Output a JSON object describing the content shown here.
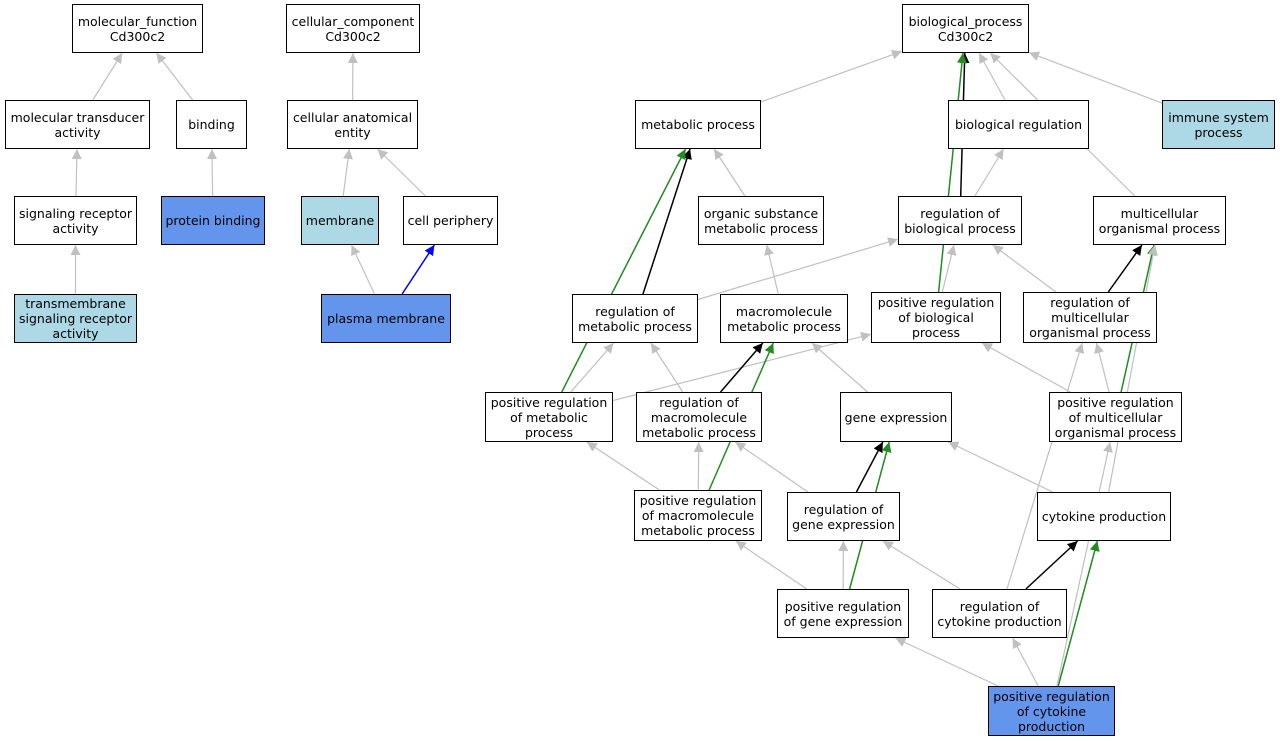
{
  "colors": {
    "white": "#ffffff",
    "light_blue": "#add8e6",
    "cornflower_blue": "#6495ed",
    "edge_gray": "#c0c0c0",
    "edge_black": "#000000",
    "edge_green": "#228b22",
    "edge_blue": "#0000ff"
  },
  "nodes": {
    "mf_root": {
      "label": "molecular_function\nCd300c2",
      "fill": "white"
    },
    "mol_transducer": {
      "label": "molecular transducer\nactivity",
      "fill": "white"
    },
    "binding": {
      "label": "binding",
      "fill": "white"
    },
    "signaling_receptor": {
      "label": "signaling receptor\nactivity",
      "fill": "white"
    },
    "protein_binding": {
      "label": "protein binding",
      "fill": "cornflower_blue"
    },
    "transmembrane_receptor": {
      "label": "transmembrane\nsignaling receptor\nactivity",
      "fill": "light_blue"
    },
    "cc_root": {
      "label": "cellular_component\nCd300c2",
      "fill": "white"
    },
    "anatomical_entity": {
      "label": "cellular anatomical\nentity",
      "fill": "white"
    },
    "membrane": {
      "label": "membrane",
      "fill": "light_blue"
    },
    "cell_periphery": {
      "label": "cell periphery",
      "fill": "white"
    },
    "plasma_membrane": {
      "label": "plasma membrane",
      "fill": "cornflower_blue"
    },
    "bp_root": {
      "label": "biological_process\nCd300c2",
      "fill": "white"
    },
    "metabolic_process": {
      "label": "metabolic process",
      "fill": "white"
    },
    "biological_regulation": {
      "label": "biological regulation",
      "fill": "white"
    },
    "immune_system_process": {
      "label": "immune system\nprocess",
      "fill": "light_blue"
    },
    "organic_substance_mp": {
      "label": "organic substance\nmetabolic process",
      "fill": "white"
    },
    "reg_biological_process": {
      "label": "regulation of\nbiological process",
      "fill": "white"
    },
    "multicellular_process": {
      "label": "multicellular\norganismal process",
      "fill": "white"
    },
    "reg_metabolic_process": {
      "label": "regulation of\nmetabolic process",
      "fill": "white"
    },
    "macromolecule_mp": {
      "label": "macromolecule\nmetabolic process",
      "fill": "white"
    },
    "pos_reg_biological": {
      "label": "positive regulation\nof biological\nprocess",
      "fill": "white"
    },
    "reg_multicellular": {
      "label": "regulation of\nmulticellular\norganismal process",
      "fill": "white"
    },
    "pos_reg_metabolic": {
      "label": "positive regulation\nof metabolic\nprocess",
      "fill": "white"
    },
    "reg_macromolecule_mp": {
      "label": "regulation of\nmacromolecule\nmetabolic process",
      "fill": "white"
    },
    "gene_expression": {
      "label": "gene expression",
      "fill": "white"
    },
    "pos_reg_multicellular": {
      "label": "positive regulation\nof multicellular\norganismal process",
      "fill": "white"
    },
    "pos_reg_macromolecule_mp": {
      "label": "positive regulation\nof macromolecule\nmetabolic process",
      "fill": "white"
    },
    "reg_gene_expression": {
      "label": "regulation of\ngene expression",
      "fill": "white"
    },
    "cytokine_production": {
      "label": "cytokine production",
      "fill": "white"
    },
    "pos_reg_gene_expression": {
      "label": "positive regulation\nof gene expression",
      "fill": "white"
    },
    "reg_cytokine_production": {
      "label": "regulation of\ncytokine production",
      "fill": "white"
    },
    "pos_reg_cytokine_production": {
      "label": "positive regulation\nof cytokine\nproduction",
      "fill": "cornflower_blue"
    }
  },
  "edges": [
    {
      "from": "mol_transducer",
      "to": "mf_root",
      "type": "gray"
    },
    {
      "from": "binding",
      "to": "mf_root",
      "type": "gray"
    },
    {
      "from": "signaling_receptor",
      "to": "mol_transducer",
      "type": "gray"
    },
    {
      "from": "protein_binding",
      "to": "binding",
      "type": "gray"
    },
    {
      "from": "transmembrane_receptor",
      "to": "signaling_receptor",
      "type": "gray"
    },
    {
      "from": "anatomical_entity",
      "to": "cc_root",
      "type": "gray"
    },
    {
      "from": "membrane",
      "to": "anatomical_entity",
      "type": "gray"
    },
    {
      "from": "cell_periphery",
      "to": "anatomical_entity",
      "type": "gray"
    },
    {
      "from": "plasma_membrane",
      "to": "membrane",
      "type": "gray"
    },
    {
      "from": "plasma_membrane",
      "to": "cell_periphery",
      "type": "blue"
    },
    {
      "from": "metabolic_process",
      "to": "bp_root",
      "type": "gray"
    },
    {
      "from": "biological_regulation",
      "to": "bp_root",
      "type": "gray"
    },
    {
      "from": "immune_system_process",
      "to": "bp_root",
      "type": "gray"
    },
    {
      "from": "reg_biological_process",
      "to": "bp_root",
      "type": "black"
    },
    {
      "from": "pos_reg_biological",
      "to": "bp_root",
      "type": "green"
    },
    {
      "from": "multicellular_process",
      "to": "bp_root",
      "type": "gray"
    },
    {
      "from": "reg_biological_process",
      "to": "biological_regulation",
      "type": "gray"
    },
    {
      "from": "organic_substance_mp",
      "to": "metabolic_process",
      "type": "gray"
    },
    {
      "from": "reg_metabolic_process",
      "to": "metabolic_process",
      "type": "black"
    },
    {
      "from": "pos_reg_metabolic",
      "to": "metabolic_process",
      "type": "green"
    },
    {
      "from": "macromolecule_mp",
      "to": "organic_substance_mp",
      "type": "gray"
    },
    {
      "from": "reg_metabolic_process",
      "to": "reg_biological_process",
      "type": "gray"
    },
    {
      "from": "pos_reg_biological",
      "to": "reg_biological_process",
      "type": "gray"
    },
    {
      "from": "reg_multicellular",
      "to": "reg_biological_process",
      "type": "gray"
    },
    {
      "from": "reg_multicellular",
      "to": "multicellular_process",
      "type": "black"
    },
    {
      "from": "pos_reg_multicellular",
      "to": "multicellular_process",
      "type": "green"
    },
    {
      "from": "cytokine_production",
      "to": "multicellular_process",
      "type": "gray"
    },
    {
      "from": "pos_reg_metabolic",
      "to": "reg_metabolic_process",
      "type": "gray"
    },
    {
      "from": "pos_reg_metabolic",
      "to": "pos_reg_biological",
      "type": "gray"
    },
    {
      "from": "reg_macromolecule_mp",
      "to": "reg_metabolic_process",
      "type": "gray"
    },
    {
      "from": "reg_macromolecule_mp",
      "to": "macromolecule_mp",
      "type": "black"
    },
    {
      "from": "gene_expression",
      "to": "macromolecule_mp",
      "type": "gray"
    },
    {
      "from": "pos_reg_macromolecule_mp",
      "to": "macromolecule_mp",
      "type": "green"
    },
    {
      "from": "pos_reg_macromolecule_mp",
      "to": "pos_reg_metabolic",
      "type": "gray"
    },
    {
      "from": "pos_reg_macromolecule_mp",
      "to": "reg_macromolecule_mp",
      "type": "gray"
    },
    {
      "from": "reg_gene_expression",
      "to": "reg_macromolecule_mp",
      "type": "gray"
    },
    {
      "from": "reg_gene_expression",
      "to": "gene_expression",
      "type": "black"
    },
    {
      "from": "pos_reg_gene_expression",
      "to": "gene_expression",
      "type": "green"
    },
    {
      "from": "cytokine_production",
      "to": "gene_expression",
      "type": "gray"
    },
    {
      "from": "pos_reg_multicellular",
      "to": "pos_reg_biological",
      "type": "gray"
    },
    {
      "from": "pos_reg_multicellular",
      "to": "reg_multicellular",
      "type": "gray"
    },
    {
      "from": "reg_cytokine_production",
      "to": "reg_multicellular",
      "type": "gray"
    },
    {
      "from": "pos_reg_gene_expression",
      "to": "pos_reg_macromolecule_mp",
      "type": "gray"
    },
    {
      "from": "pos_reg_gene_expression",
      "to": "reg_gene_expression",
      "type": "gray"
    },
    {
      "from": "reg_cytokine_production",
      "to": "reg_gene_expression",
      "type": "gray"
    },
    {
      "from": "reg_cytokine_production",
      "to": "cytokine_production",
      "type": "black"
    },
    {
      "from": "pos_reg_cytokine_production",
      "to": "pos_reg_gene_expression",
      "type": "gray"
    },
    {
      "from": "pos_reg_cytokine_production",
      "to": "reg_cytokine_production",
      "type": "gray"
    },
    {
      "from": "pos_reg_cytokine_production",
      "to": "cytokine_production",
      "type": "green"
    },
    {
      "from": "pos_reg_cytokine_production",
      "to": "pos_reg_multicellular",
      "type": "gray"
    }
  ]
}
